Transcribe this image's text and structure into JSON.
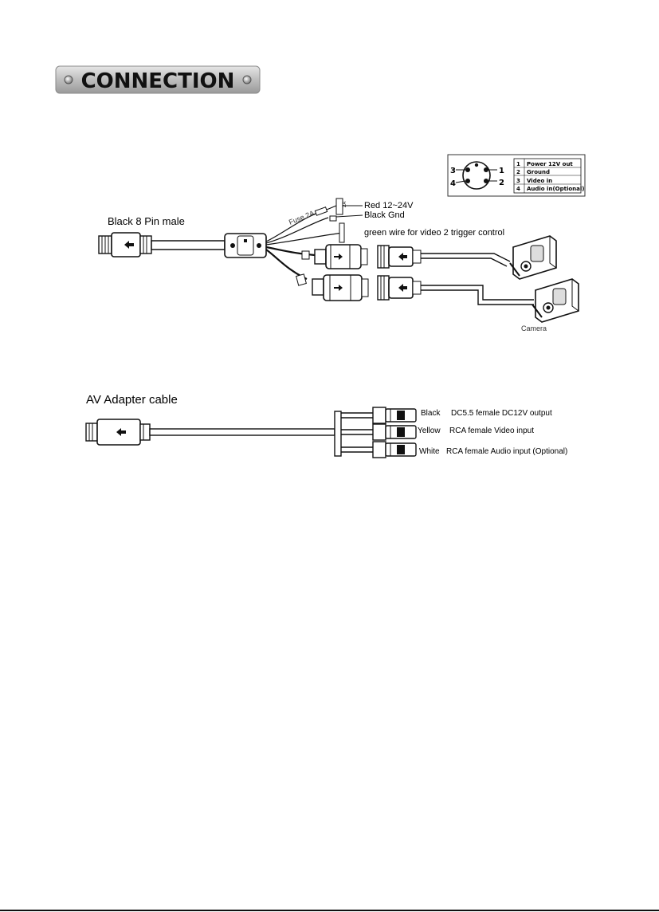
{
  "header": {
    "title": "CONNECTION"
  },
  "pin_table": {
    "pin_numbers": [
      "1",
      "2",
      "3",
      "4"
    ],
    "rows": [
      {
        "num": "1",
        "label": "Power 12V out"
      },
      {
        "num": "2",
        "label": "Ground"
      },
      {
        "num": "3",
        "label": "Video in"
      },
      {
        "num": "4",
        "label": "Audio in(Optional)"
      }
    ]
  },
  "main_cable": {
    "connector_label": "Black  8 Pin  male",
    "fuse_label": "Fuse 2A",
    "fuse_box": "2A",
    "red_wire": "Red   12~24V",
    "black_wire": "Black  Gnd",
    "green_wire": "green wire for video 2 trigger control",
    "camera_label": "Camera"
  },
  "av_cable": {
    "title": "AV Adapter cable",
    "outputs": [
      {
        "color": "Black",
        "desc": "DC5.5 female DC12V output"
      },
      {
        "color": "Yellow",
        "desc": "RCA female  Video input"
      },
      {
        "color": "White",
        "desc": "RCA female  Audio input (Optional)"
      }
    ]
  }
}
